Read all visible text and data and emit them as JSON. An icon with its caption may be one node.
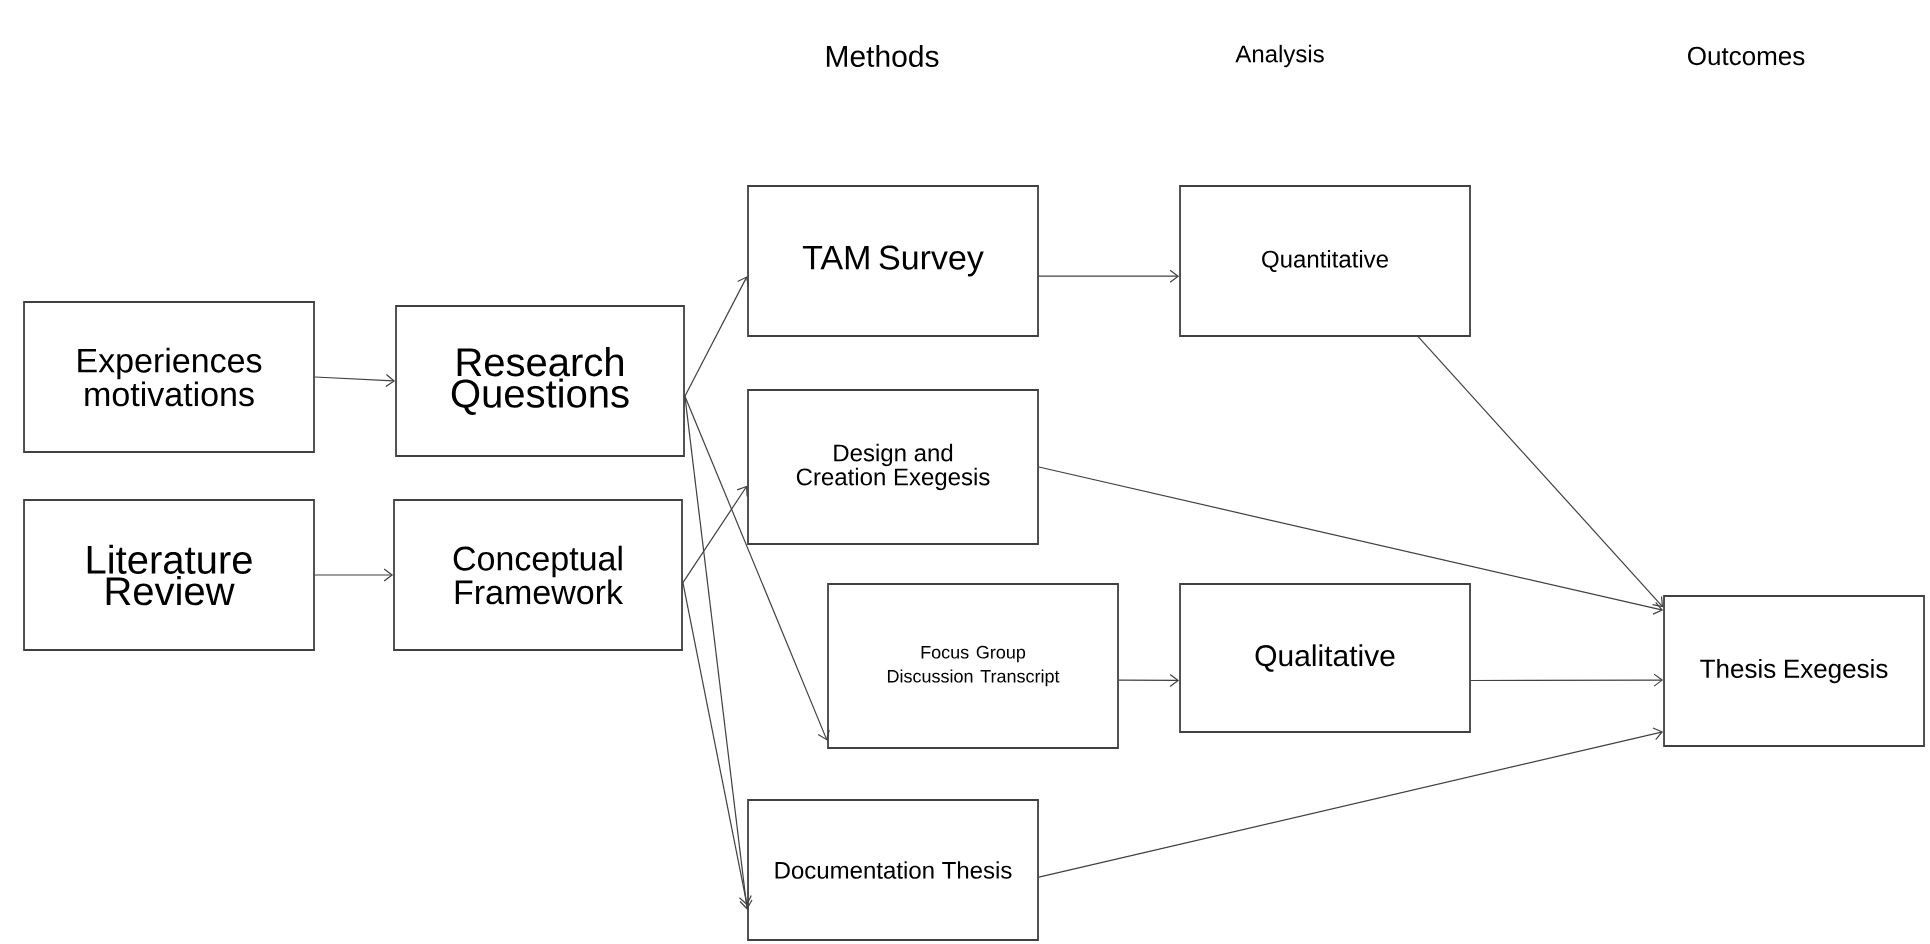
{
  "diagram": {
    "nodes": [
      {
        "text": [
          "Experiences motivations"
        ]
      },
      {
        "text": [
          "Research Questions"
        ]
      },
      {
        "text": [
          "Literature Review"
        ]
      },
      {
        "text": [
          "Conceptual Framework"
        ]
      },
      {
        "text": [
          "TAM Survey"
        ]
      },
      {
        "text": [
          "Design and Creation Exegesis"
        ]
      },
      {
        "text": [
          "Focus Group Discussion Transcript"
        ]
      },
      {
        "text": [
          "Documentation Thesis"
        ]
      },
      {
        "text": [
          "Quantitative"
        ]
      },
      {
        "text": [
          "Qualitative"
        ]
      },
      {
        "text": [
          "Thesis Exegesis"
        ]
      }
    ],
    "edges": [
      {
        "from": 0,
        "to": 1,
        "arrow": "to"
      },
      {
        "from": 2,
        "to": 3,
        "arrow": "to"
      },
      {
        "from": 1,
        "to": 4,
        "arrow": "to"
      },
      {
        "from": 1,
        "to": 6,
        "arrow": "to"
      },
      {
        "from": 1,
        "to": 7,
        "arrow": "to"
      },
      {
        "from": 3,
        "to": 5,
        "arrow": "to"
      },
      {
        "from": 3,
        "to": 7,
        "arrow": "to"
      },
      {
        "from": 4,
        "to": 8,
        "arrow": "to"
      },
      {
        "from": 6,
        "to": 9,
        "arrow": "to"
      },
      {
        "from": 8,
        "to": 10,
        "arrow": "to"
      },
      {
        "from": 5,
        "to": 10,
        "arrow": "to"
      },
      {
        "from": 9,
        "to": 10,
        "arrow": "to"
      },
      {
        "from": 7,
        "to": 10,
        "arrow": "to"
      }
    ],
    "labels": [
      "Methods",
      "Analysis",
      "Outcomes"
    ]
  }
}
